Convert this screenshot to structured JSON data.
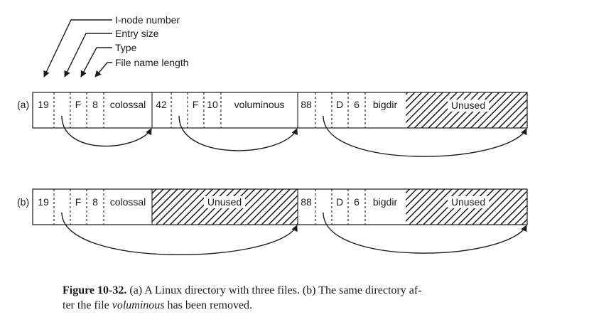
{
  "legend": {
    "inode": "I-node number",
    "entry_size": "Entry size",
    "type": "Type",
    "name_length": "File name length"
  },
  "rows": [
    {
      "label": "(a)",
      "cells": [
        {
          "kind": "text",
          "text": "19"
        },
        {
          "kind": "blank",
          "text": ""
        },
        {
          "kind": "text",
          "text": "F"
        },
        {
          "kind": "text",
          "text": "8"
        },
        {
          "kind": "text",
          "text": "colossal"
        },
        {
          "kind": "text",
          "text": "42"
        },
        {
          "kind": "blank",
          "text": ""
        },
        {
          "kind": "text",
          "text": "F"
        },
        {
          "kind": "text",
          "text": "10"
        },
        {
          "kind": "text",
          "text": "voluminous"
        },
        {
          "kind": "text",
          "text": "88"
        },
        {
          "kind": "blank",
          "text": ""
        },
        {
          "kind": "text",
          "text": "D"
        },
        {
          "kind": "text",
          "text": "6"
        },
        {
          "kind": "text",
          "text": "bigdir"
        },
        {
          "kind": "unused",
          "text": "Unused"
        }
      ]
    },
    {
      "label": "(b)",
      "cells": [
        {
          "kind": "text",
          "text": "19"
        },
        {
          "kind": "blank",
          "text": ""
        },
        {
          "kind": "text",
          "text": "F"
        },
        {
          "kind": "text",
          "text": "8"
        },
        {
          "kind": "text",
          "text": "colossal"
        },
        {
          "kind": "unused",
          "text": "Unused"
        },
        {
          "kind": "text",
          "text": "88"
        },
        {
          "kind": "blank",
          "text": ""
        },
        {
          "kind": "text",
          "text": "D"
        },
        {
          "kind": "text",
          "text": "6"
        },
        {
          "kind": "text",
          "text": "bigdir"
        },
        {
          "kind": "unused",
          "text": "Unused"
        }
      ]
    }
  ],
  "caption": {
    "figure_label": "Figure 10-32.",
    "text_part1": "(a) A Linux directory with three files.  (b) The same directory af-",
    "text_part2": "ter the file ",
    "italic_word": "voluminous",
    "text_part3": " has been removed."
  },
  "colors": {
    "ink": "#1a1a1a",
    "background": "#ffffff"
  }
}
